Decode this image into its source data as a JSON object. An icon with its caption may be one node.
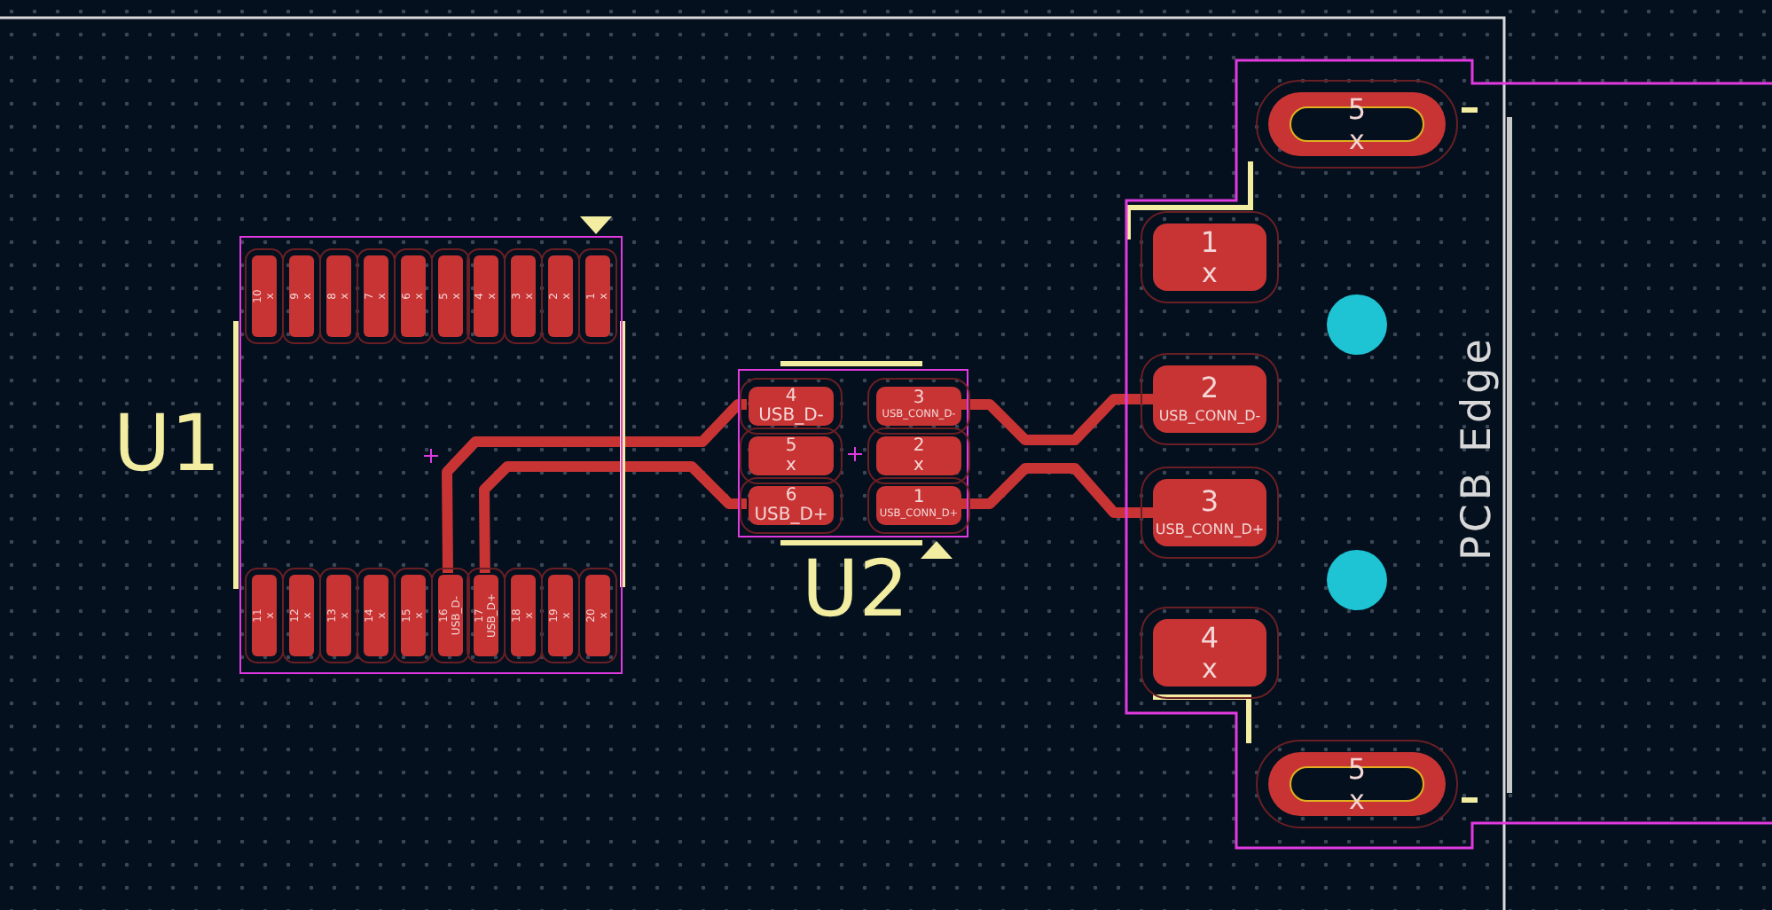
{
  "diagram": {
    "nodes": [
      {
        "text": [],
        "shape": "box",
        "beside": [
          "U1"
        ]
      },
      {
        "text": [
          "10",
          "x"
        ],
        "in": 0
      },
      {
        "text": [
          "9",
          "x"
        ],
        "in": 0
      },
      {
        "text": [
          "8",
          "x"
        ],
        "in": 0
      },
      {
        "text": [
          "7",
          "x"
        ],
        "in": 0
      },
      {
        "text": [
          "6",
          "x"
        ],
        "in": 0
      },
      {
        "text": [
          "5",
          "x"
        ],
        "in": 0
      },
      {
        "text": [
          "4",
          "x"
        ],
        "in": 0
      },
      {
        "text": [
          "3",
          "x"
        ],
        "in": 0
      },
      {
        "text": [
          "2",
          "x"
        ],
        "in": 0
      },
      {
        "text": [
          "1",
          "x"
        ],
        "in": 0
      },
      {
        "text": [
          "11",
          "x"
        ],
        "in": 0
      },
      {
        "text": [
          "12",
          "x"
        ],
        "in": 0
      },
      {
        "text": [
          "13",
          "x"
        ],
        "in": 0
      },
      {
        "text": [
          "14",
          "x"
        ],
        "in": 0
      },
      {
        "text": [
          "15",
          "x"
        ],
        "in": 0
      },
      {
        "text": [
          "16",
          "USB_D-"
        ],
        "in": 0
      },
      {
        "text": [
          "17",
          "USB_D+"
        ],
        "in": 0
      },
      {
        "text": [
          "18",
          "x"
        ],
        "in": 0
      },
      {
        "text": [
          "19",
          "x"
        ],
        "in": 0
      },
      {
        "text": [
          "20",
          "x"
        ],
        "in": 0
      },
      {
        "text": [],
        "shape": "box",
        "beside": [
          "U2"
        ]
      },
      {
        "text": [
          "4",
          "USB_D-"
        ],
        "in": 21
      },
      {
        "text": [
          "3",
          "USB_CONN_D-"
        ],
        "in": 21
      },
      {
        "text": [
          "5",
          "x"
        ],
        "in": 21
      },
      {
        "text": [
          "2",
          "x"
        ],
        "in": 21
      },
      {
        "text": [
          "6",
          "USB_D+"
        ],
        "in": 21
      },
      {
        "text": [
          "1",
          "USB_CONN_D+"
        ],
        "in": 21
      },
      {
        "text": [],
        "shape": "box"
      },
      {
        "text": [
          "5",
          "x"
        ],
        "in": 28
      },
      {
        "text": [
          "1",
          "x"
        ],
        "in": 28
      },
      {
        "text": [
          "2",
          "USB_CONN_D-"
        ],
        "in": 28
      },
      {
        "text": [
          "3",
          "USB_CONN_D+"
        ],
        "in": 28
      },
      {
        "text": [
          "4",
          "x"
        ],
        "in": 28
      },
      {
        "text": [
          "5",
          "x"
        ],
        "in": 28
      }
    ],
    "edges": [
      {
        "from": 16,
        "to": 22,
        "arrow": "none"
      },
      {
        "from": 17,
        "to": 26,
        "arrow": "none"
      },
      {
        "from": 23,
        "to": 31,
        "arrow": "none"
      },
      {
        "from": 27,
        "to": 32,
        "arrow": "none"
      }
    ],
    "labels": [
      "PCB Edge"
    ]
  }
}
